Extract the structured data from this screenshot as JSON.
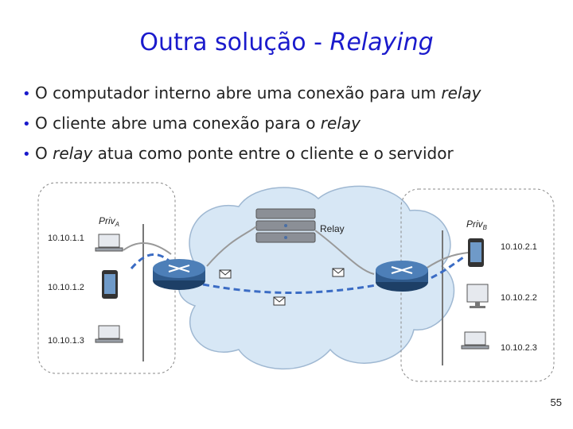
{
  "slide": {
    "title_main": "Outra solução - ",
    "title_em": "Relaying",
    "bullets": [
      {
        "pre": "O computador interno abre uma conexão para um ",
        "em": "relay",
        "post": ""
      },
      {
        "pre": "O cliente abre uma conexão para o ",
        "em": "relay",
        "post": ""
      },
      {
        "pre": "O ",
        "em": "relay",
        "post": " atua como ponte entre o cliente e o servidor"
      }
    ],
    "page_number": "55"
  },
  "diagram": {
    "priv_a": {
      "base": "Priv",
      "sub": "A"
    },
    "priv_b": {
      "base": "Priv",
      "sub": "B"
    },
    "relay_label": "Relay",
    "left_ips": [
      "10.10.1.1",
      "10.10.1.2",
      "10.10.1.3"
    ],
    "right_ips": [
      "10.10.2.1",
      "10.10.2.2",
      "10.10.2.3"
    ]
  },
  "colors": {
    "title": "#1a1acc",
    "cloud": "#d7e7f5",
    "link_blue": "#3b6cc4",
    "router": "#2f5a8c"
  }
}
